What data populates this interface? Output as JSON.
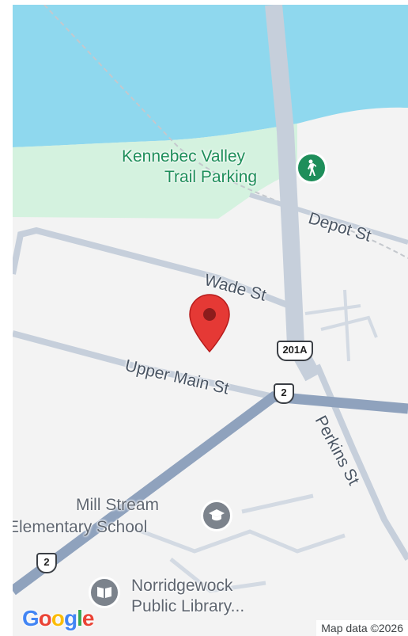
{
  "map": {
    "colors": {
      "water": "#8fd8ee",
      "park": "#d4f2df",
      "land": "#f3f3f3",
      "road": "#c6cfdb",
      "highway": "#8fa2bd",
      "marker": "#e53935"
    },
    "poi": {
      "trail_parking": {
        "line1": "Kennebec Valley",
        "line2": "Trail Parking",
        "icon": "hiking-icon"
      },
      "school": {
        "line1": "Mill Stream",
        "line2": "Elementary School",
        "icon": "school-icon"
      },
      "library": {
        "line1": "Norridgewock",
        "line2": "Public Library...",
        "icon": "library-icon"
      }
    },
    "streets": {
      "depot": "Depot St",
      "wade": "Wade St",
      "upper_main": "Upper Main St",
      "perkins": "Perkins St"
    },
    "shields": {
      "us201a": "201A",
      "us2_a": "2",
      "us2_b": "2"
    },
    "marker": {
      "icon": "map-pin-icon"
    },
    "attribution": "Map data ©2026",
    "logo": {
      "letters": [
        "G",
        "o",
        "o",
        "g",
        "l",
        "e"
      ],
      "colors": [
        "#4285F4",
        "#EA4335",
        "#FBBC05",
        "#4285F4",
        "#34A853",
        "#EA4335"
      ]
    }
  }
}
